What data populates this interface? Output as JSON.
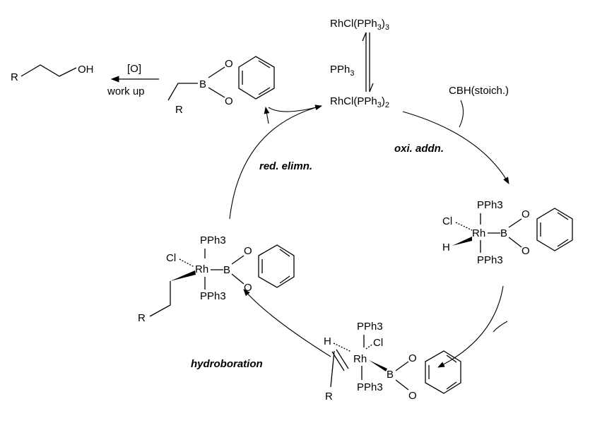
{
  "top_complex": {
    "rh_tris": "RhCl(PPh3)3",
    "pph3_label": "PPh3",
    "rh_bis": "RhCl(PPh3)2"
  },
  "reagents": {
    "cbh": "CBH(stoich.)",
    "oxidant": "[O]",
    "workup": "work up"
  },
  "steps": {
    "oxidative_addition": "oxi. addn.",
    "reductive_elimination": "red. elimn.",
    "hydroboration": "hydroboration"
  },
  "atoms": {
    "R": "R",
    "OH": "OH",
    "O": "O",
    "B": "B",
    "Rh": "Rh",
    "Cl": "Cl",
    "H": "H",
    "PPh3": "PPh3"
  }
}
